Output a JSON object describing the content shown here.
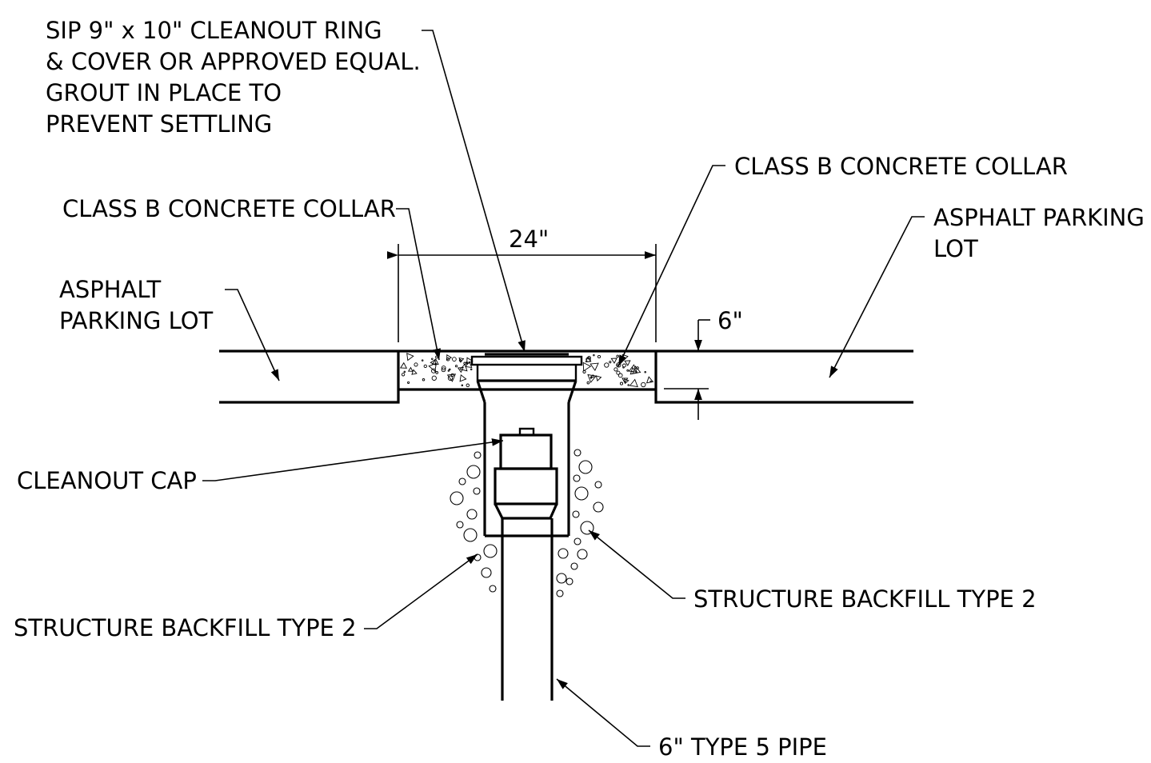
{
  "labels": {
    "cleanout_ring": [
      "SIP 9\" x 10\" CLEANOUT RING",
      "& COVER OR APPROVED EQUAL.",
      "GROUT IN PLACE TO",
      "PREVENT SETTLING"
    ],
    "collar_left": "CLASS B CONCRETE COLLAR",
    "collar_right": "CLASS B CONCRETE COLLAR",
    "asphalt_left": [
      "ASPHALT",
      "PARKING LOT"
    ],
    "asphalt_right": [
      "ASPHALT PARKING",
      "LOT"
    ],
    "dim_width": "24\"",
    "dim_depth": "6\"",
    "cleanout_cap": "CLEANOUT CAP",
    "backfill_left": "STRUCTURE BACKFILL TYPE 2",
    "backfill_right": "STRUCTURE BACKFILL TYPE 2",
    "pipe": "6\" TYPE 5 PIPE"
  }
}
